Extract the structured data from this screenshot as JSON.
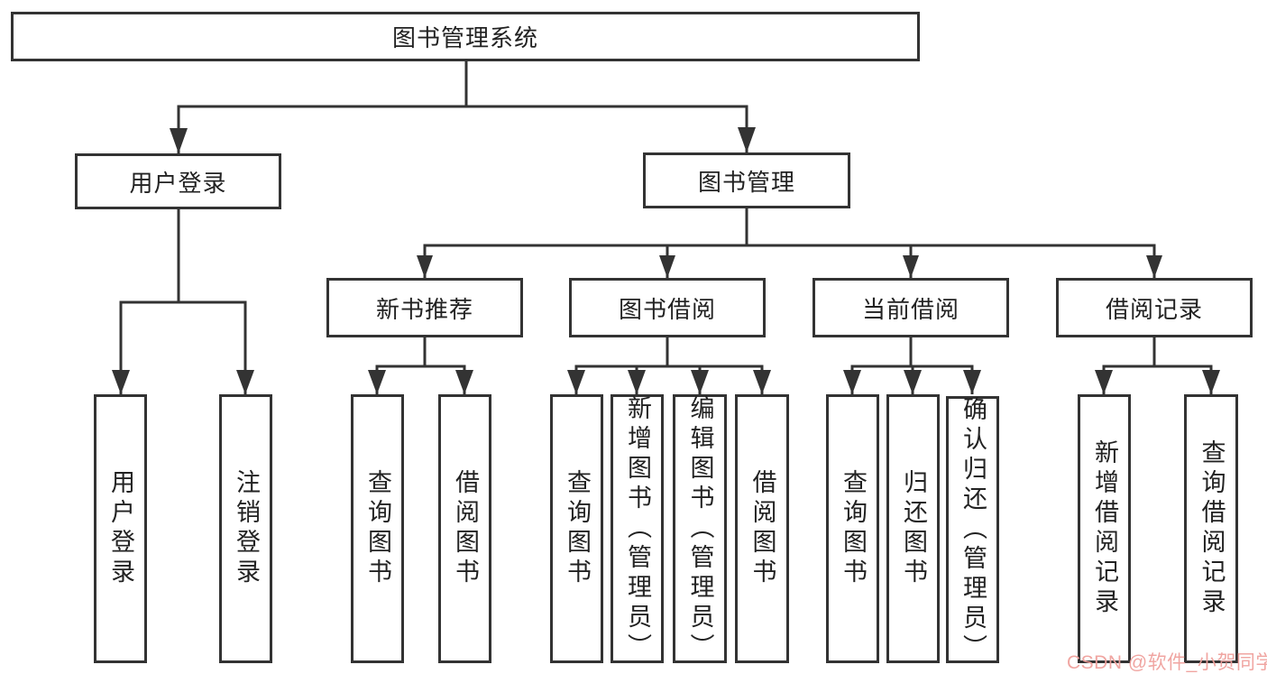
{
  "diagram": {
    "root": {
      "label": "图书管理系统"
    },
    "branches": [
      {
        "label": "用户登录",
        "children": [
          {
            "label": "用户登录"
          },
          {
            "label": "注销登录"
          }
        ]
      },
      {
        "label": "图书管理",
        "children": [
          {
            "label": "新书推荐",
            "children": [
              {
                "label": "查询图书"
              },
              {
                "label": "借阅图书"
              }
            ]
          },
          {
            "label": "图书借阅",
            "children": [
              {
                "label": "查询图书"
              },
              {
                "label": "新增图书（管理员）"
              },
              {
                "label": "编辑图书（管理员）"
              },
              {
                "label": "借阅图书"
              }
            ]
          },
          {
            "label": "当前借阅",
            "children": [
              {
                "label": "查询图书"
              },
              {
                "label": "归还图书"
              },
              {
                "label": "确认归还（管理员）"
              }
            ]
          },
          {
            "label": "借阅记录",
            "children": [
              {
                "label": "新增借阅记录"
              },
              {
                "label": "查询借阅记录"
              }
            ]
          }
        ]
      }
    ],
    "colors": {
      "line": "#333333",
      "box_background": "#ffffff",
      "text": "#222222",
      "watermark": "#efa09c"
    }
  },
  "watermark": {
    "text": "CSDN @软件_小贺同学"
  }
}
